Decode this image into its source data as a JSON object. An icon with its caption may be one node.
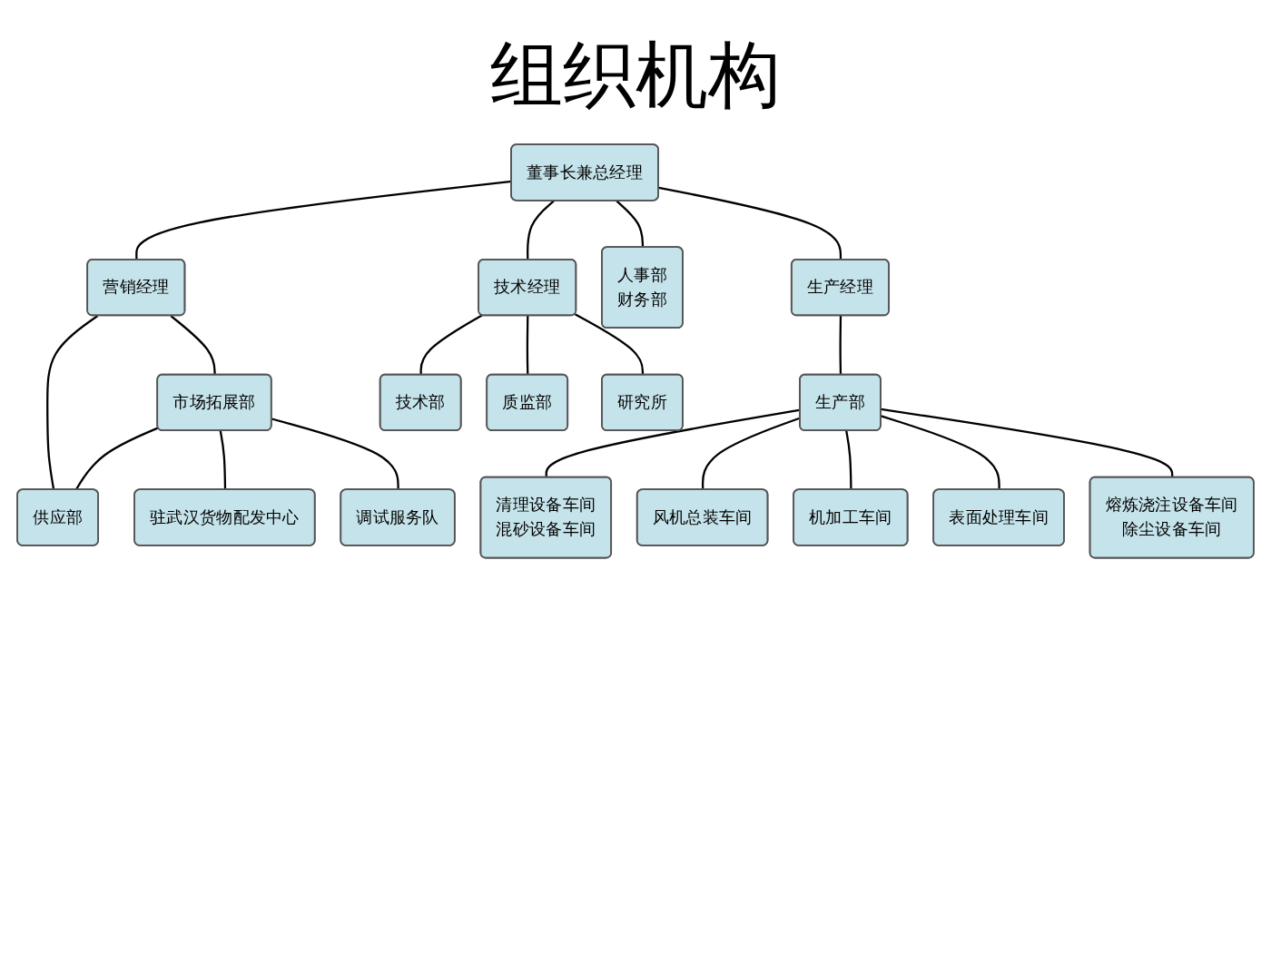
{
  "diagram": {
    "title": "组织机构",
    "nodes": [
      {
        "text": [
          "董事长兼总经理"
        ]
      },
      {
        "text": [
          "营销经理"
        ]
      },
      {
        "text": [
          "生产经理"
        ]
      },
      {
        "text": [
          "人事部",
          "财务部"
        ]
      },
      {
        "text": [
          "技术经理"
        ]
      },
      {
        "text": [
          "市场拓展部"
        ]
      },
      {
        "text": [
          "供应部"
        ]
      },
      {
        "text": [
          "驻武汉货物配发中心"
        ]
      },
      {
        "text": [
          "调试服务队"
        ]
      },
      {
        "text": [
          "生产部"
        ]
      },
      {
        "text": [
          "清理设备车间",
          "混砂设备车间"
        ]
      },
      {
        "text": [
          "风机总装车间"
        ]
      },
      {
        "text": [
          "机加工车间"
        ]
      },
      {
        "text": [
          "表面处理车间"
        ]
      },
      {
        "text": [
          "熔炼浇注设备车间",
          "除尘设备车间"
        ]
      },
      {
        "text": [
          "技术部"
        ]
      },
      {
        "text": [
          "质监部"
        ]
      },
      {
        "text": [
          "研究所"
        ]
      }
    ],
    "edges": [
      {
        "from": 0,
        "to": 1,
        "arrow": "none"
      },
      {
        "from": 0,
        "to": 2,
        "arrow": "none"
      },
      {
        "from": 0,
        "to": 3,
        "arrow": "none"
      },
      {
        "from": 0,
        "to": 4,
        "arrow": "none"
      },
      {
        "from": 1,
        "to": 5,
        "arrow": "none"
      },
      {
        "from": 1,
        "to": 6,
        "arrow": "none"
      },
      {
        "from": 5,
        "to": 6,
        "arrow": "none"
      },
      {
        "from": 5,
        "to": 7,
        "arrow": "none"
      },
      {
        "from": 5,
        "to": 8,
        "arrow": "none"
      },
      {
        "from": 2,
        "to": 9,
        "arrow": "none"
      },
      {
        "from": 9,
        "to": 10,
        "arrow": "none"
      },
      {
        "from": 9,
        "to": 11,
        "arrow": "none"
      },
      {
        "from": 9,
        "to": 12,
        "arrow": "none"
      },
      {
        "from": 9,
        "to": 13,
        "arrow": "none"
      },
      {
        "from": 9,
        "to": 14,
        "arrow": "none"
      },
      {
        "from": 4,
        "to": 15,
        "arrow": "none"
      },
      {
        "from": 4,
        "to": 16,
        "arrow": "none"
      },
      {
        "from": 4,
        "to": 17,
        "arrow": "none"
      }
    ]
  }
}
